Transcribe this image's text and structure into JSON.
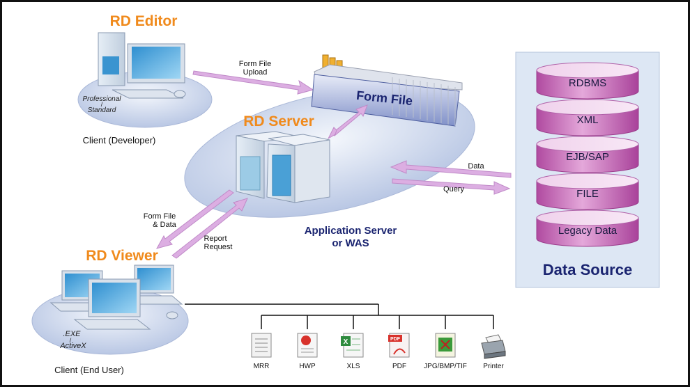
{
  "editor": {
    "title": "RD Editor",
    "edition_top": "Professional",
    "edition_bottom": "Standard",
    "caption": "Client  (Developer)"
  },
  "upload_arrow": {
    "line1": "Form  File",
    "line2": "Upload"
  },
  "form_file": {
    "label": "Form File"
  },
  "server": {
    "title": "RD Server",
    "caption_line1": "Application Server",
    "caption_line2": "or WAS"
  },
  "data_flow": {
    "top_label": "Data",
    "bottom_label": "Query"
  },
  "viewer_flow": {
    "out_line1": "Form  File",
    "out_line2": "& Data",
    "in_line1": "Report",
    "in_line2": "Request"
  },
  "viewer": {
    "title": "RD Viewer",
    "runtime_top": ".EXE",
    "runtime_bottom": "ActiveX",
    "caption": "Client  (End User)"
  },
  "data_source": {
    "title": "Data Source",
    "items": [
      "RDBMS",
      "XML",
      "EJB/SAP",
      "FILE",
      "Legacy  Data"
    ]
  },
  "outputs": [
    "MRR",
    "HWP",
    "XLS",
    "PDF",
    "JPG/BMP/TIF",
    "Printer"
  ],
  "colors": {
    "orange": "#f08a1c",
    "navy": "#1a2470",
    "db_fill": "#c864b8",
    "platform": "#cbd6ec",
    "arrow": "#d9a8e0"
  }
}
